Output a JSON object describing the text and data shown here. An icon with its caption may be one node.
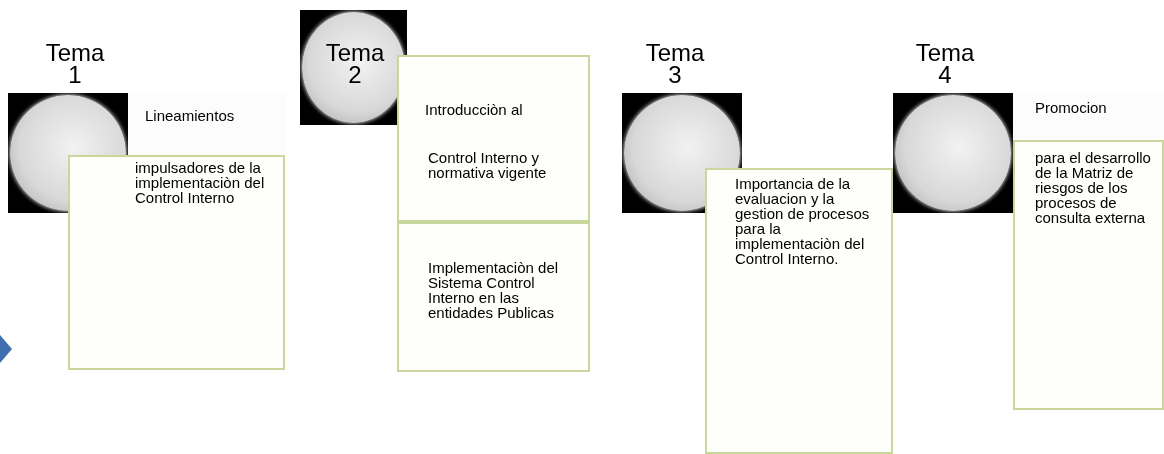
{
  "diagram": {
    "nodes": [
      {
        "text": [
          "Tema 1"
        ]
      },
      {
        "text": [
          "Lineamientos"
        ]
      },
      {
        "text": [
          "impulsadores de la implementaciòn del Control Interno"
        ]
      },
      {
        "text": [
          "Tema 2"
        ]
      },
      {
        "text": [
          "Introducciòn al",
          "Control Interno y normativa vigente"
        ]
      },
      {
        "text": [
          "Implementaciòn del Sistema Control Interno en las entidades Publicas"
        ]
      },
      {
        "text": [
          "Tema 3"
        ]
      },
      {
        "text": [
          "Importancia de la evaluacion y la gestion de procesos para la implementaciòn del Control Interno."
        ]
      },
      {
        "text": [
          "Tema 4"
        ]
      },
      {
        "text": [
          "Promocion"
        ]
      },
      {
        "text": [
          "para el desarrollo de la Matriz de riesgos de los procesos de consulta externa"
        ]
      }
    ],
    "edges": []
  }
}
